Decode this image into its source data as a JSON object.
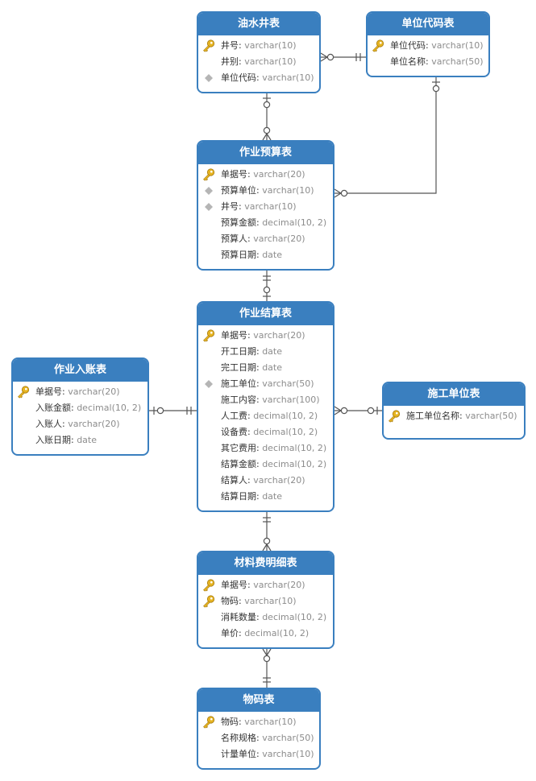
{
  "colors": {
    "header": "#3a7fbf",
    "border": "#3a7fbf",
    "line": "#555555",
    "key": "#e6b422",
    "fk": "#b5b5b5"
  },
  "entities": {
    "oilwell": {
      "title": "油水井表",
      "fields": [
        {
          "name": "井号",
          "type": "varchar(10)",
          "marker": "key-icon"
        },
        {
          "name": "井别",
          "type": "varchar(10)",
          "marker": ""
        },
        {
          "name": "单位代码",
          "type": "varchar(10)",
          "marker": "diamond-icon"
        }
      ]
    },
    "unitcode": {
      "title": "单位代码表",
      "fields": [
        {
          "name": "单位代码",
          "type": "varchar(10)",
          "marker": "key-icon"
        },
        {
          "name": "单位名称",
          "type": "varchar(50)",
          "marker": ""
        }
      ]
    },
    "budget": {
      "title": "作业预算表",
      "fields": [
        {
          "name": "单据号",
          "type": "varchar(20)",
          "marker": "key-icon"
        },
        {
          "name": "预算单位",
          "type": "varchar(10)",
          "marker": "diamond-icon"
        },
        {
          "name": "井号",
          "type": "varchar(10)",
          "marker": "diamond-icon"
        },
        {
          "name": "预算金额",
          "type": "decimal(10, 2)",
          "marker": ""
        },
        {
          "name": "预算人",
          "type": "varchar(20)",
          "marker": ""
        },
        {
          "name": "预算日期",
          "type": "date",
          "marker": ""
        }
      ]
    },
    "settlement": {
      "title": "作业结算表",
      "fields": [
        {
          "name": "单据号",
          "type": "varchar(20)",
          "marker": "key-icon"
        },
        {
          "name": "开工日期",
          "type": "date",
          "marker": ""
        },
        {
          "name": "完工日期",
          "type": "date",
          "marker": ""
        },
        {
          "name": "施工单位",
          "type": "varchar(50)",
          "marker": "diamond-icon"
        },
        {
          "name": "施工内容",
          "type": "varchar(100)",
          "marker": ""
        },
        {
          "name": "人工费",
          "type": "decimal(10, 2)",
          "marker": ""
        },
        {
          "name": "设备费",
          "type": "decimal(10, 2)",
          "marker": ""
        },
        {
          "name": "其它费用",
          "type": "decimal(10, 2)",
          "marker": ""
        },
        {
          "name": "结算金额",
          "type": "decimal(10, 2)",
          "marker": ""
        },
        {
          "name": "结算人",
          "type": "varchar(20)",
          "marker": ""
        },
        {
          "name": "结算日期",
          "type": "date",
          "marker": ""
        }
      ]
    },
    "posting": {
      "title": "作业入账表",
      "fields": [
        {
          "name": "单据号",
          "type": "varchar(20)",
          "marker": "key-icon"
        },
        {
          "name": "入账金额",
          "type": "decimal(10, 2)",
          "marker": ""
        },
        {
          "name": "入账人",
          "type": "varchar(20)",
          "marker": ""
        },
        {
          "name": "入账日期",
          "type": "date",
          "marker": ""
        }
      ]
    },
    "contractor": {
      "title": "施工单位表",
      "fields": [
        {
          "name": "施工单位名称",
          "type": "varchar(50)",
          "marker": "key-icon"
        }
      ]
    },
    "material": {
      "title": "材料费明细表",
      "fields": [
        {
          "name": "单据号",
          "type": "varchar(20)",
          "marker": "key-icon"
        },
        {
          "name": "物码",
          "type": "varchar(10)",
          "marker": "key-icon"
        },
        {
          "name": "消耗数量",
          "type": "decimal(10, 2)",
          "marker": ""
        },
        {
          "name": "单价",
          "type": "decimal(10, 2)",
          "marker": ""
        }
      ]
    },
    "itemcode": {
      "title": "物码表",
      "fields": [
        {
          "name": "物码",
          "type": "varchar(10)",
          "marker": "key-icon"
        },
        {
          "name": "名称规格",
          "type": "varchar(50)",
          "marker": ""
        },
        {
          "name": "计量单位",
          "type": "varchar(10)",
          "marker": ""
        }
      ]
    }
  },
  "relationships": [
    {
      "from": "oilwell",
      "to": "unitcode",
      "from_end": "zero-or-many",
      "to_end": "one-only"
    },
    {
      "from": "oilwell",
      "to": "budget",
      "from_end": "zero-or-one",
      "to_end": "zero-or-many"
    },
    {
      "from": "unitcode",
      "to": "budget",
      "from_end": "zero-or-one",
      "to_end": "zero-or-many"
    },
    {
      "from": "budget",
      "to": "settlement",
      "from_end": "one-only",
      "to_end": "zero-or-one"
    },
    {
      "from": "posting",
      "to": "settlement",
      "from_end": "zero-or-one",
      "to_end": "one-only"
    },
    {
      "from": "settlement",
      "to": "contractor",
      "from_end": "zero-or-many",
      "to_end": "zero-or-one"
    },
    {
      "from": "settlement",
      "to": "material",
      "from_end": "one-only",
      "to_end": "zero-or-many"
    },
    {
      "from": "material",
      "to": "itemcode",
      "from_end": "zero-or-many",
      "to_end": "one-only"
    }
  ]
}
